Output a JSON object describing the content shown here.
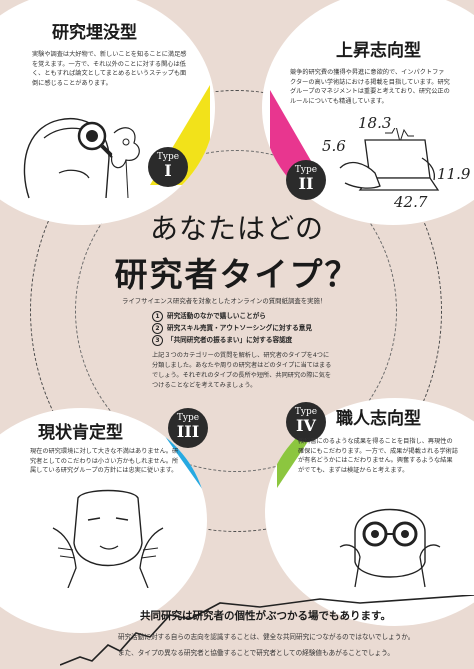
{
  "headline": {
    "line1": "あなたはどの",
    "line2": "研究者タイプ？"
  },
  "intro": "ライフサイエンス研究者を対象としたオンラインの質問紙調査を実施！",
  "survey_items": [
    {
      "num": "1",
      "label": "研究活動のなかで嬉しいことがら"
    },
    {
      "num": "2",
      "label": "研究スキル売買・アウトソーシングに対する意見"
    },
    {
      "num": "3",
      "label": "「共同研究者の振るまい」に対する容認度"
    }
  ],
  "survey_desc": "上記３つのカテゴリーの質問を解析し、研究者のタイプを4つに分類しました。あなたや周りの研究者はどのタイプに当てはまるでしょう。それぞれのタイプの長所や短所、共同研究の際に気をつけることなどを考えてみましょう。",
  "types": [
    {
      "id": "type1",
      "badge_word": "Type",
      "badge_num": "I",
      "name": "研究埋没型",
      "accent": "#f2e21a",
      "text": "実験や調査は大好物で、新しいことを知ることに満足感を覚えます。一方で、それ以外のことに対する関心は低く、ともすれば論文としてまとめるというステップも面倒に感じることがあります。"
    },
    {
      "id": "type2",
      "badge_word": "Type",
      "badge_num": "II",
      "name": "上昇志向型",
      "accent": "#e8368f",
      "text": "競争的研究費の獲得や昇進に意欲的で、インパクトファクターの高い学術誌における掲載を目指しています。研究グループのマネジメントは重要と考えており、研究公正のルールについても精通しています。"
    },
    {
      "id": "type3",
      "badge_word": "Type",
      "badge_num": "III",
      "name": "現状肯定型",
      "accent": "#27a9e1",
      "text": "現在の研究環境に対して大きな不満はありません。研究者としてのこだわりは小さい方かもしれません。所属している研究グループの方針には忠実に従います。"
    },
    {
      "id": "type4",
      "badge_word": "Type",
      "badge_num": "IV",
      "name": "職人志向型",
      "accent": "#8cc63f",
      "text": "教科書にのるような成果を得ることを目指し、再現性の確保にもこだわります。一方で、成果が掲載される学術誌が有名どうかにはこだわりません。興奮するような結果がでても、まずは検証からと考えます。"
    }
  ],
  "chart_numbers": [
    "18.3",
    "5.6",
    "11.9",
    "42.7"
  ],
  "bottom": {
    "title": "共同研究は研究者の個性がぶつかる場でもあります。",
    "line1": "研究活動に対する自らの志向を認識することは、健全な共同研究につながるのではないでしょうか。",
    "line2": "また、タイプの異なる研究者と協働することで研究者としての経験値もあがることでしょう。"
  },
  "colors": {
    "background": "#eadbd3",
    "dark": "#2b2b2b",
    "yellow": "#f2e21a",
    "pink": "#e8368f",
    "blue": "#27a9e1",
    "green": "#8cc63f"
  }
}
